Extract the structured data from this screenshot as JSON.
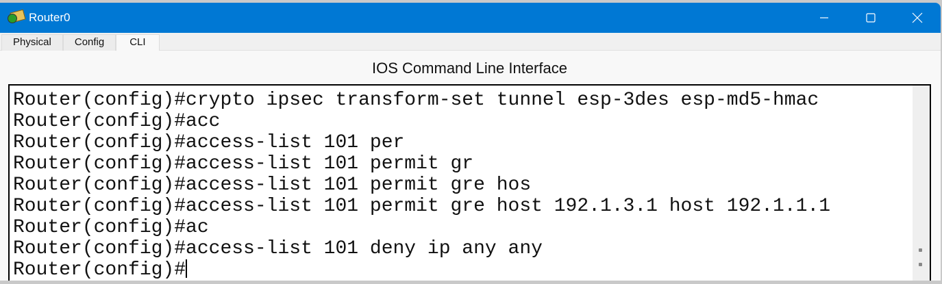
{
  "window": {
    "title": "Router0",
    "icon": "packet-tracer-router-icon"
  },
  "tabs": [
    {
      "label": "Physical"
    },
    {
      "label": "Config"
    },
    {
      "label": "CLI",
      "active": true
    }
  ],
  "cli": {
    "heading": "IOS Command Line Interface",
    "lines": [
      "Router(config)#crypto ipsec transform-set tunnel esp-3des esp-md5-hmac",
      "Router(config)#acc",
      "Router(config)#access-list 101 per",
      "Router(config)#access-list 101 permit gr",
      "Router(config)#access-list 101 permit gre hos",
      "Router(config)#access-list 101 permit gre host 192.1.3.1 host 192.1.1.1",
      "Router(config)#ac",
      "Router(config)#access-list 101 deny ip any any",
      "Router(config)#"
    ]
  },
  "colors": {
    "titlebar": "#0078d4"
  }
}
